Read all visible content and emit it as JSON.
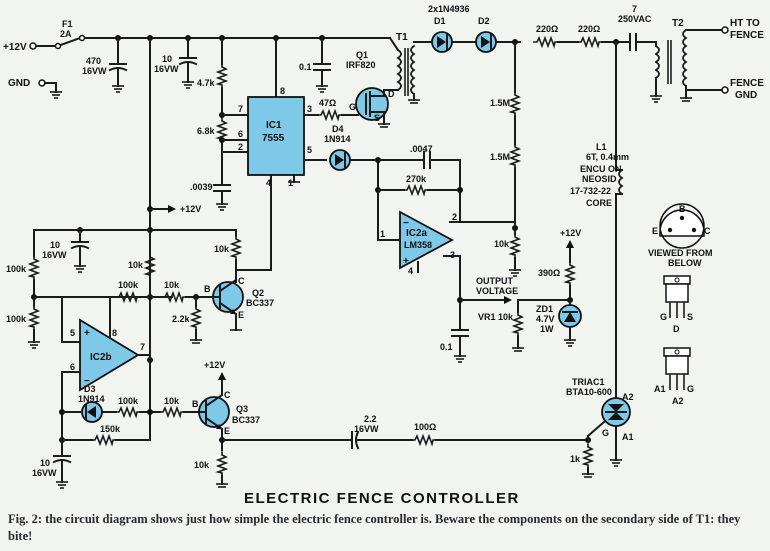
{
  "diagram": {
    "title": "ELECTRIC FENCE CONTROLLER",
    "caption": "Fig. 2: the circuit diagram shows just how simple the electric fence controller is. Beware the components on the secondary side of T1: they bite!",
    "terminals": {
      "plus12_in": "+12V",
      "gnd_in": "GND",
      "ht_line1": "HT TO",
      "ht_line2": "FENCE",
      "fence_gnd_line1": "FENCE",
      "fence_gnd_line2": "GND",
      "rail_12v_a": "+12V",
      "rail_12v_b": "+12V",
      "rail_12v_c": "+12V"
    },
    "fuse": {
      "ref": "F1",
      "value": "2A"
    },
    "capacitors": {
      "c_470": [
        "470",
        "16VW"
      ],
      "c_10a": [
        "10",
        "16VW"
      ],
      "c_01": "0.1",
      "c_0039": ".0039",
      "c_0047": ".0047",
      "c_10b": [
        "10",
        "16VW"
      ],
      "c_01b": "0.1",
      "c_10c": [
        "10",
        "16VW"
      ],
      "c_22": [
        "2.2",
        "16VW"
      ],
      "c_250vac": [
        "7",
        "250VAC"
      ]
    },
    "resistors": {
      "r_47k": "4.7k",
      "r_68k": "6.8k",
      "r_47": "47Ω",
      "r_270k": "270k",
      "r_15m_a": "1.5M",
      "r_15m_b": "1.5M",
      "r_10k_div": "10k",
      "r_220_a": "220Ω",
      "r_220_b": "220Ω",
      "r_100k_a": "100k",
      "r_100k_b": "100k",
      "r_10k_a": "10k",
      "r_10k_b": "10k",
      "r_100k_c": "100k",
      "r_10k_c": "10k",
      "r_22k": "2.2k",
      "r_100k_d": "100k",
      "r_150k": "150k",
      "r_10k_d": "10k",
      "r_10k_e": "10k",
      "r_100_ohm": "100Ω",
      "r_1k": "1k",
      "r_390": "390Ω"
    },
    "ic1": {
      "ref": "IC1",
      "part": "7555",
      "pins": [
        "8",
        "7",
        "6",
        "2",
        "3",
        "5",
        "4",
        "1"
      ]
    },
    "ic2a": {
      "ref": "IC2a",
      "part": "LM358",
      "pins": [
        "1",
        "2",
        "3",
        "4"
      ]
    },
    "ic2b": {
      "ref": "IC2b",
      "pins": [
        "5",
        "6",
        "7",
        "8"
      ]
    },
    "q1": {
      "ref": "Q1",
      "part": "IRF820",
      "pins": [
        "G",
        "D",
        "S"
      ]
    },
    "q2": {
      "ref": "Q2",
      "part": "BC337",
      "pins": [
        "B",
        "C",
        "E"
      ]
    },
    "q3": {
      "ref": "Q3",
      "part": "BC337",
      "pins": [
        "B",
        "C",
        "E"
      ]
    },
    "diodes": {
      "d1d2_label": "2x1N4936",
      "d1": "D1",
      "d2": "D2",
      "d3": [
        "D3",
        "1N914"
      ],
      "d4": [
        "D4",
        "1N914"
      ],
      "zd1": [
        "ZD1",
        "4.7V",
        "1W"
      ]
    },
    "transformers": {
      "t1": "T1",
      "t2": "T2"
    },
    "inductor": [
      "L1",
      "6T, 0.4mm",
      "ENCU ON",
      "NEOSID",
      "17-732-22",
      "CORE"
    ],
    "vr1": [
      "OUTPUT",
      "VOLTAGE",
      "VR1 10k"
    ],
    "triac": {
      "ref": "TRIAC1",
      "part": "BTA10-600",
      "pins": [
        "A2",
        "G",
        "A1"
      ]
    },
    "pinouts": {
      "to92_caption": [
        "VIEWED FROM",
        "BELOW"
      ],
      "to92_pins": [
        "B",
        "E",
        "C"
      ],
      "mosfet_pins": [
        "G",
        "S",
        "D"
      ],
      "triac_pins": [
        "A1",
        "G",
        "A2"
      ]
    },
    "colors": {
      "ic_fill": "#7ec8e8",
      "background": "#f2f4f0",
      "ink": "#111111"
    }
  }
}
